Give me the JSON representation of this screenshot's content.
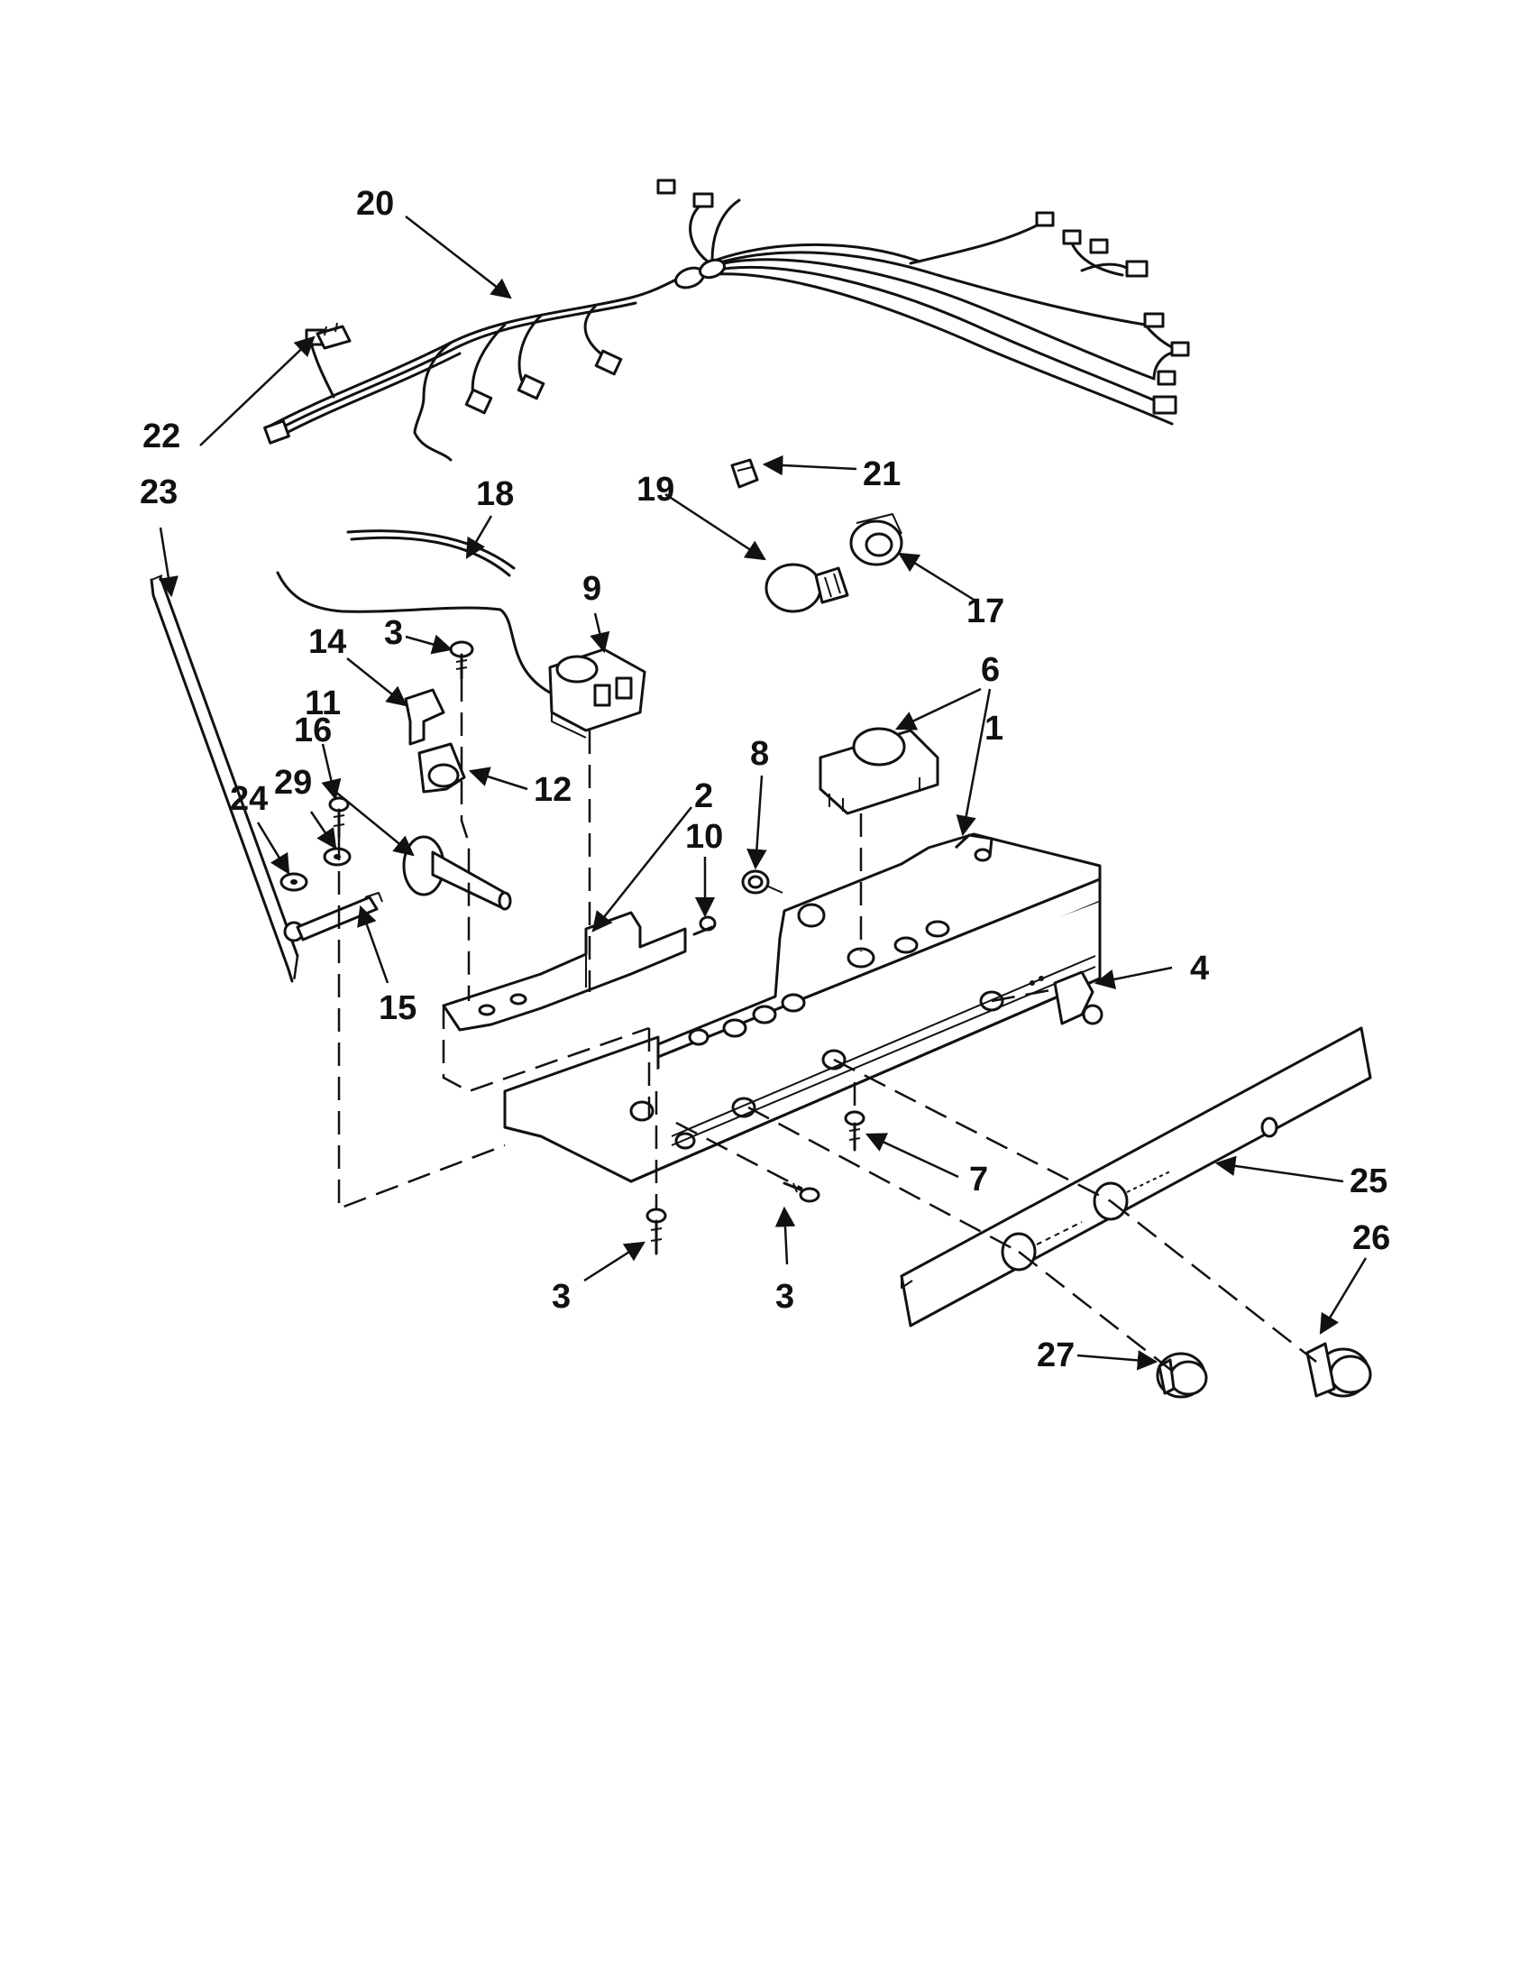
{
  "callouts": [
    {
      "id": "c20",
      "text": "20"
    },
    {
      "id": "c22",
      "text": "22"
    },
    {
      "id": "c23",
      "text": "23"
    },
    {
      "id": "c18",
      "text": "18"
    },
    {
      "id": "c21",
      "text": "21"
    },
    {
      "id": "c19",
      "text": "19"
    },
    {
      "id": "c17",
      "text": "17"
    },
    {
      "id": "c9",
      "text": "9"
    },
    {
      "id": "c3a",
      "text": "3"
    },
    {
      "id": "c14",
      "text": "14"
    },
    {
      "id": "c11",
      "text": "11"
    },
    {
      "id": "c16",
      "text": "16"
    },
    {
      "id": "c12",
      "text": "12"
    },
    {
      "id": "c29",
      "text": "29"
    },
    {
      "id": "c24",
      "text": "24"
    },
    {
      "id": "c2",
      "text": "2"
    },
    {
      "id": "c10",
      "text": "10"
    },
    {
      "id": "c8",
      "text": "8"
    },
    {
      "id": "c6",
      "text": "6"
    },
    {
      "id": "c1",
      "text": "1"
    },
    {
      "id": "c15",
      "text": "15"
    },
    {
      "id": "c4",
      "text": "4"
    },
    {
      "id": "c7",
      "text": "7"
    },
    {
      "id": "c25",
      "text": "25"
    },
    {
      "id": "c26",
      "text": "26"
    },
    {
      "id": "c3b",
      "text": "3"
    },
    {
      "id": "c3c",
      "text": "3"
    },
    {
      "id": "c27",
      "text": "27"
    }
  ]
}
